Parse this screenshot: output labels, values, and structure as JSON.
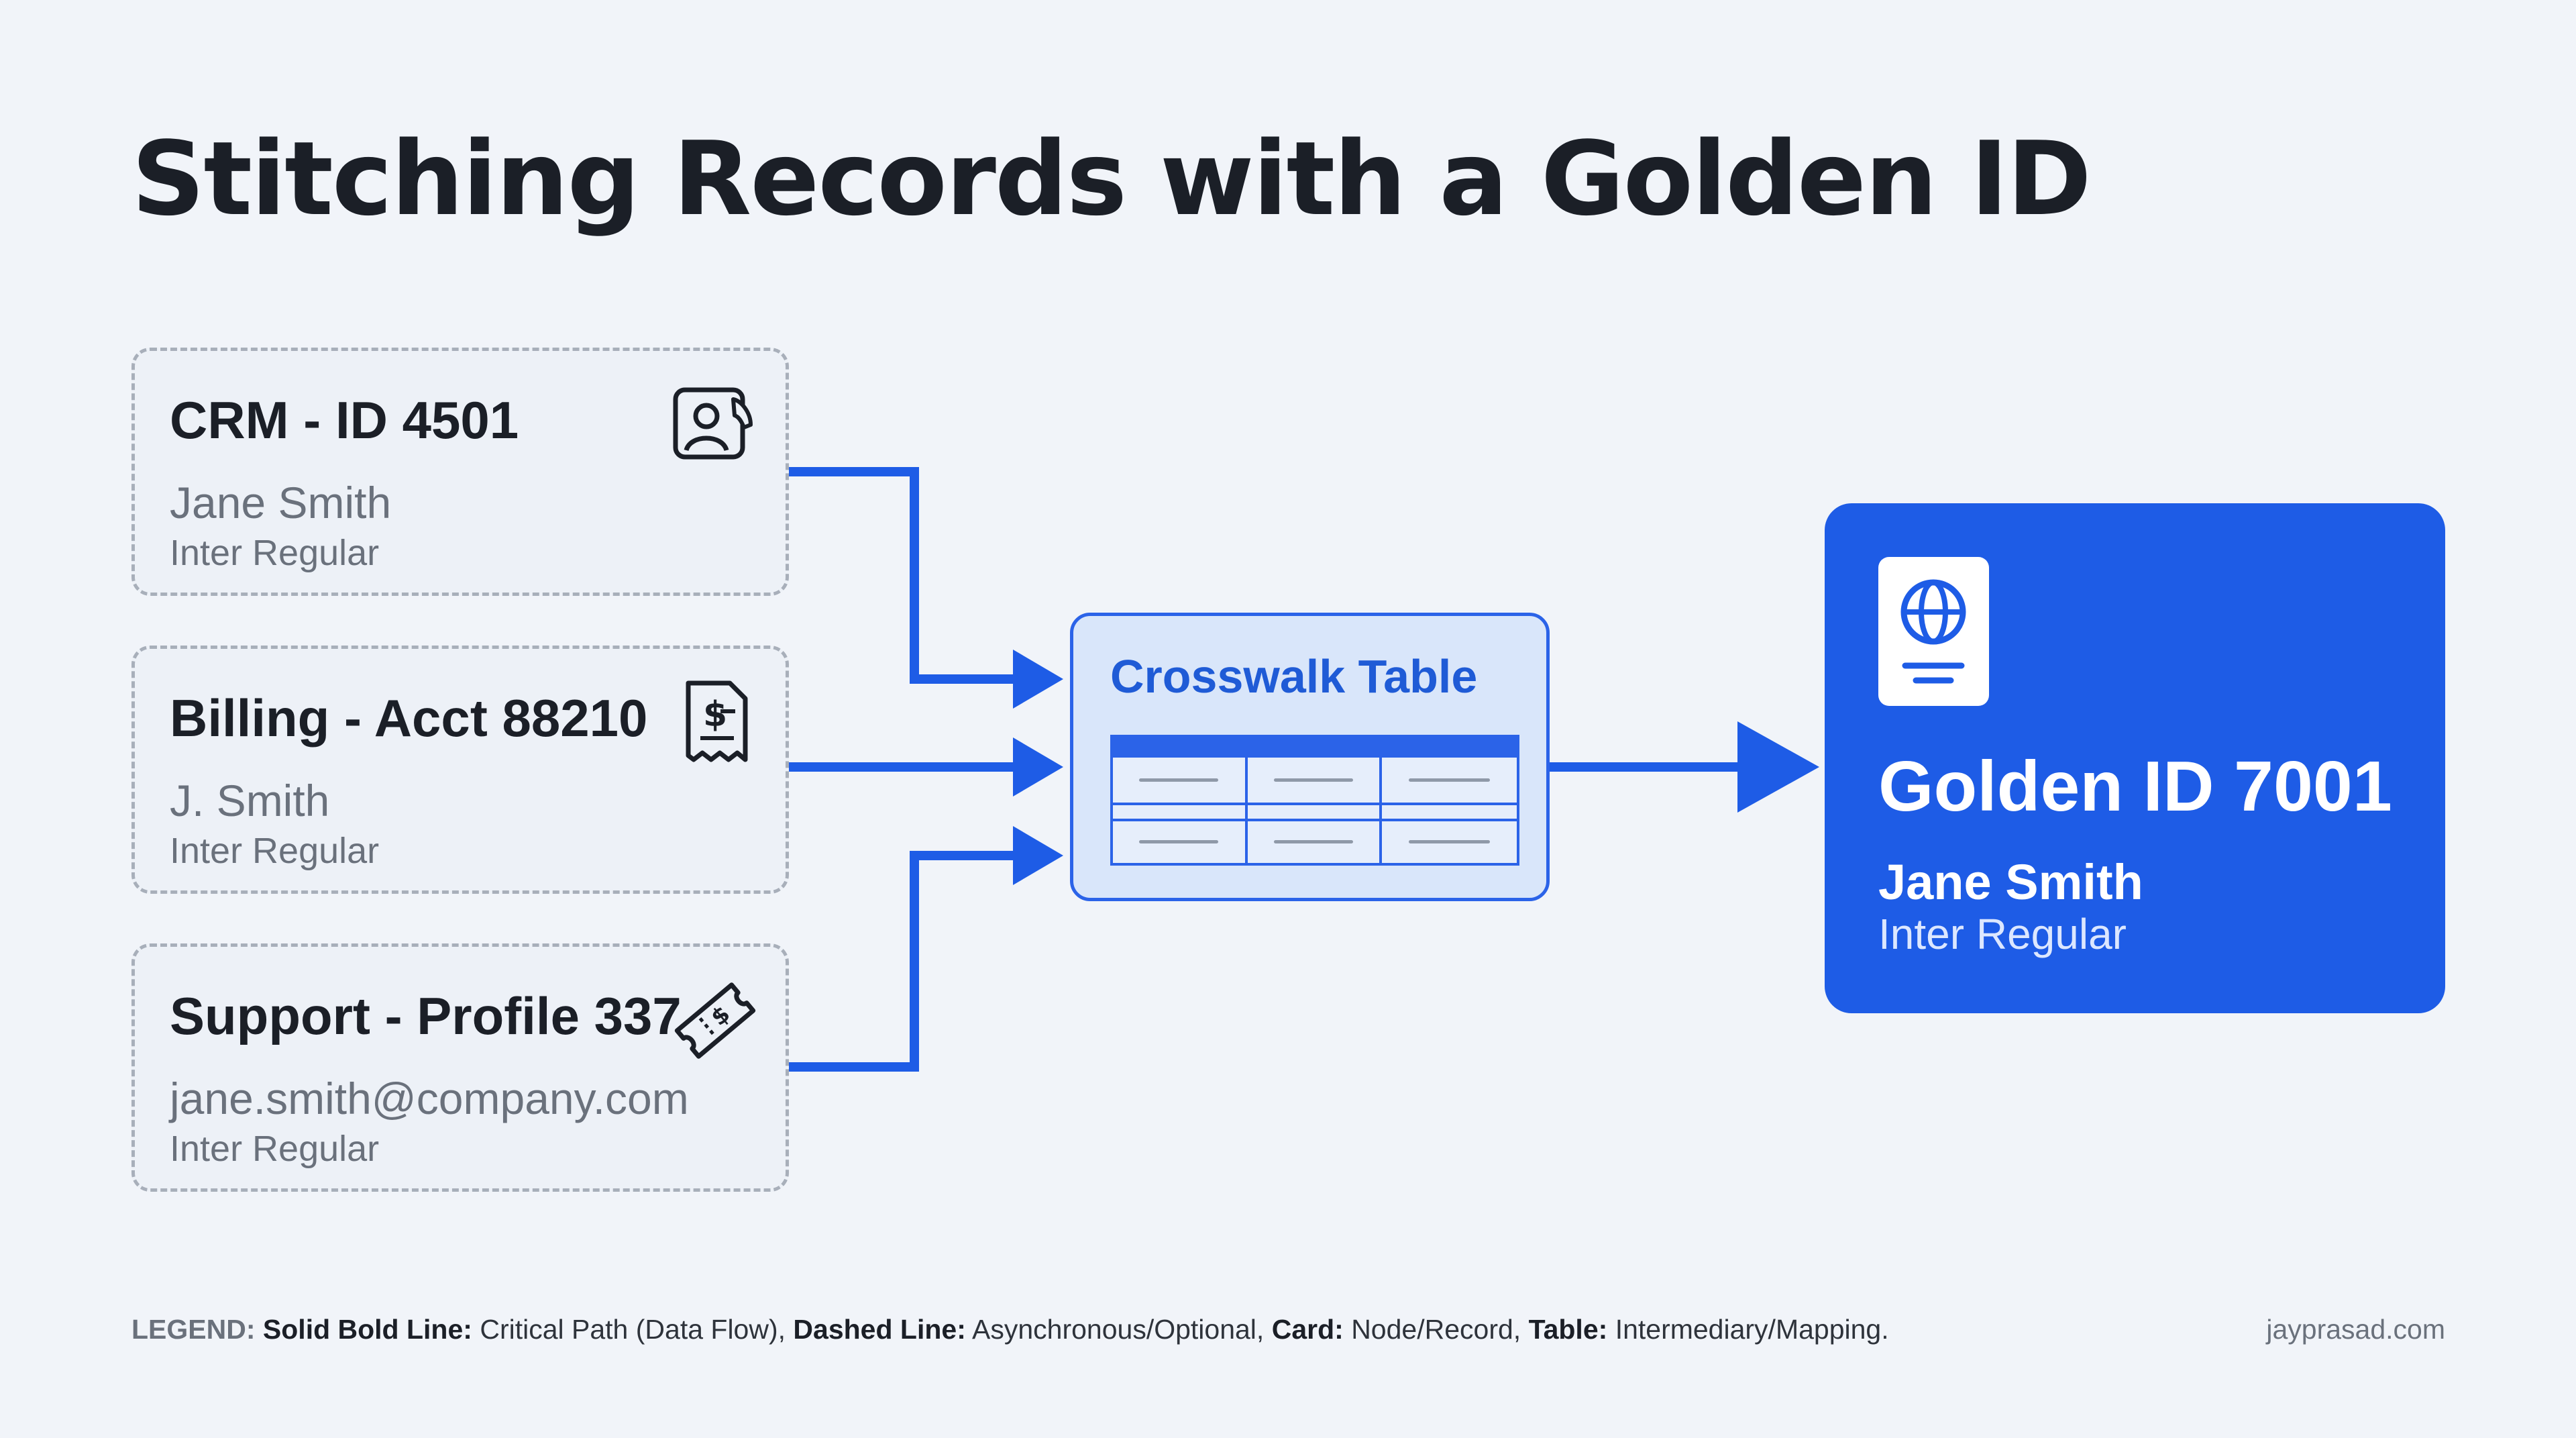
{
  "title": "Stitching Records with a Golden ID",
  "sources": [
    {
      "title": "CRM - ID 4501",
      "name": "Jane Smith",
      "sub": "Inter Regular",
      "icon": "contact-card-icon"
    },
    {
      "title": "Billing - Acct 88210",
      "name": "J. Smith",
      "sub": "Inter Regular",
      "icon": "receipt-dollar-icon"
    },
    {
      "title": "Support - Profile 337",
      "name": "jane.smith@company.com",
      "sub": "Inter Regular",
      "icon": "ticket-icon"
    }
  ],
  "crosswalk": {
    "title": "Crosswalk Table",
    "icon": "table-icon"
  },
  "golden": {
    "title": "Golden ID 7001",
    "name": "Jane Smith",
    "sub": "Inter Regular",
    "icon": "passport-globe-icon"
  },
  "legend": {
    "label": "LEGEND:",
    "items": [
      {
        "key": "Solid Bold Line:",
        "value": "Critical Path (Data Flow),"
      },
      {
        "key": "Dashed Line:",
        "value": "Asynchronous/Optional,"
      },
      {
        "key": "Card:",
        "value": "Node/Record,"
      },
      {
        "key": "Table:",
        "value": "Intermediary/Mapping."
      }
    ]
  },
  "credit": "jayprasad.com",
  "colors": {
    "accent": "#1e5ce6",
    "background": "#f1f4f9",
    "text": "#1b1f27",
    "muted": "#6a717c"
  }
}
